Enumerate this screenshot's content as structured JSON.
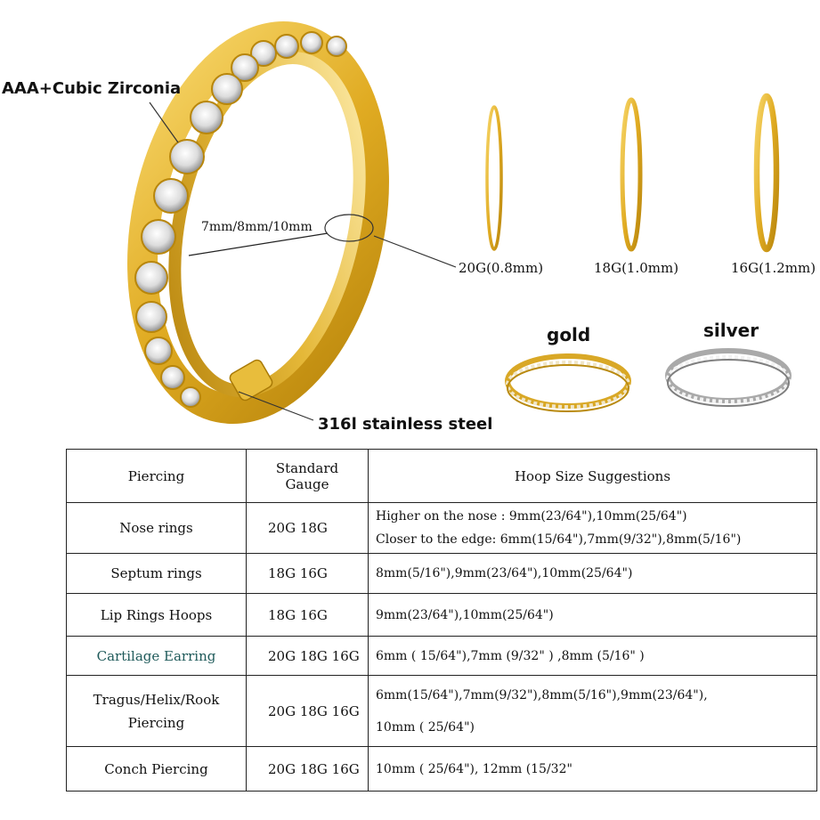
{
  "callouts": {
    "stones": "AAA+Cubic Zirconia",
    "diameter": "7mm/8mm/10mm",
    "material": "316l stainless steel"
  },
  "gauges": [
    {
      "label": "20G(0.8mm)"
    },
    {
      "label": "18G(1.0mm)"
    },
    {
      "label": "16G(1.2mm)"
    }
  ],
  "variants": [
    {
      "label": "gold",
      "color": "#d9a826"
    },
    {
      "label": "silver",
      "color": "#bfbfbf"
    }
  ],
  "colors": {
    "gold": "#e0b02a",
    "gold_dark": "#b98a10",
    "silver": "#c8c8c8"
  },
  "table": {
    "headers": {
      "piercing": "Piercing",
      "gauge_line1": "Standard",
      "gauge_line2": "Gauge",
      "hoop": "Hoop Size Suggestions"
    },
    "rows": [
      {
        "piercing": "Nose rings",
        "gauge": "20G 18G",
        "lines": [
          "Higher on the nose : 9mm(23/64\"),10mm(25/64\")",
          "Closer to the edge: 6mm(15/64\"),7mm(9/32\"),8mm(5/16\")"
        ]
      },
      {
        "piercing": "Septum rings",
        "gauge": "18G 16G",
        "lines": [
          "8mm(5/16\"),9mm(23/64\"),10mm(25/64\")"
        ]
      },
      {
        "piercing": "Lip Rings Hoops",
        "gauge": "18G 16G",
        "lines": [
          "9mm(23/64\"),10mm(25/64\")"
        ]
      },
      {
        "piercing": "Cartilage Earring",
        "gauge": "20G 18G 16G",
        "lines": [
          "6mm ( 15/64\"),7mm (9/32\" ) ,8mm (5/16\" )"
        ]
      },
      {
        "piercing_line1": "Tragus/Helix/Rook",
        "piercing_line2": "Piercing",
        "gauge": "20G 18G 16G",
        "lines": [
          "6mm(15/64\"),7mm(9/32\"),8mm(5/16\"),9mm(23/64\"),",
          "10mm ( 25/64\")"
        ]
      },
      {
        "piercing": "Conch Piercing",
        "gauge": "20G 18G 16G",
        "lines": [
          "10mm ( 25/64\"), 12mm (15/32\""
        ]
      }
    ]
  }
}
